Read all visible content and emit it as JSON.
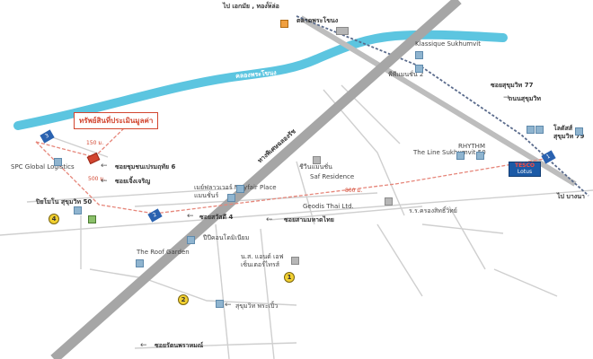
{
  "map": {
    "labels": {
      "to_ekkamai": "ไป เอกมัย , ทองหล่อ",
      "phra_khanong_market": "ตลาดพระโขนง",
      "klassique": "Klassique Sukhumvit",
      "pp_mansion": "พีพีแมนชั่น 2",
      "khlong": "คลองพระโขนง",
      "soi77": "ซอยสุขุมวิท 77",
      "sukhumvit_road": "ถนนสุขุมวิท",
      "callout": "ทรัพย์สินที่ประเมินมูลค่า",
      "dist_150": "150 ม.",
      "soi_chumchon": "ซอยชุมชนเปรมฤทัย 6",
      "expressway": "ทางพิเศษฉลองรัช",
      "rhythm": "RHYTHM",
      "the_line": "The Line Sukhumvit 50",
      "lotus_1": "โลตัสส์",
      "lotus_2": "สุขุมวิท 79",
      "spc": "SPC Global Logistics",
      "dist_500": "500 ม.",
      "soi_wichit": "ซอยเจิ้งเจริญ",
      "chiwin": "ชีวีนแมนชั่น",
      "saf": "Saf Residence",
      "mayfair": "เมย์ฟลาวเวอร์ Mayfair Place",
      "mansion": "แมนชั่นร์",
      "dist_800": "800 ม.",
      "geodis": "Geodis Thai Ltd.",
      "rr": "ร.ร.ครองสิทธิ์วิทย์",
      "sukhumvit50": "ปิยโมโน สุขุมวิท 50",
      "soi_sawasdee": "ซอยสวัสดี 4",
      "soi_samahan": "ซอยสามมหาดไทย",
      "pp_condo": "ปีปีคอนโดมิเนียม",
      "roof_garden": "The Roof Garden",
      "nl_1": "น.ส. แอนด์ เอฟ",
      "nl_2": "เซ็นเตอร์ไทรส์",
      "sukhumvit_phra": "สุขุมวิท พระเปิ้ว",
      "soi_bottom": "ซอยรัตนพราหมณ์",
      "to_bangna": "ไป บางนา",
      "tesco_1": "TESCO",
      "tesco_2": "Lotus"
    },
    "pins": [
      "1",
      "2",
      "4"
    ],
    "badges": [
      "3",
      "2",
      "1"
    ],
    "colors": {
      "canal": "#5cc5e0",
      "road": "#c0c0c0",
      "expressway": "#a6a6a6",
      "route": "#e6867a",
      "rail": "#5a6b8c",
      "accent": "#d2452f"
    }
  }
}
